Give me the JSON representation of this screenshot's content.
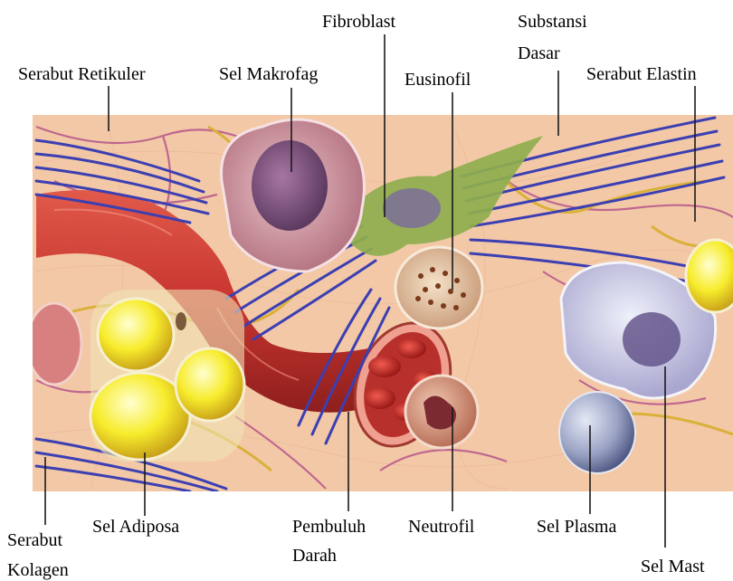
{
  "labels": {
    "fibroblast": "Fibroblast",
    "substansi_dasar_1": "Substansi",
    "substansi_dasar_2": "Dasar",
    "serabut_retikuler": "Serabut Retikuler",
    "sel_makrofag": "Sel Makrofag",
    "eusinofil": "Eusinofil",
    "serabut_elastin": "Serabut Elastin",
    "serabut_kolagen_1": "Serabut",
    "serabut_kolagen_2": "Kolagen",
    "sel_adiposa": "Sel Adiposa",
    "pembuluh_darah_1": "Pembuluh",
    "pembuluh_darah_2": "Darah",
    "neutrofil": "Neutrofil",
    "sel_plasma": "Sel Plasma",
    "sel_mast": "Sel Mast"
  },
  "colors": {
    "background": "#f3c8a6",
    "collagen": "#3b3fb2",
    "reticular": "#b5578c",
    "elastin": "#d9b13a",
    "vessel": "#c8352f",
    "adipose": "#f5e72a",
    "fibroblast": "#8fae4e",
    "macrophage": "#c88a9a",
    "plasma": "#8d94b8",
    "mast": "#b8b0d8"
  }
}
